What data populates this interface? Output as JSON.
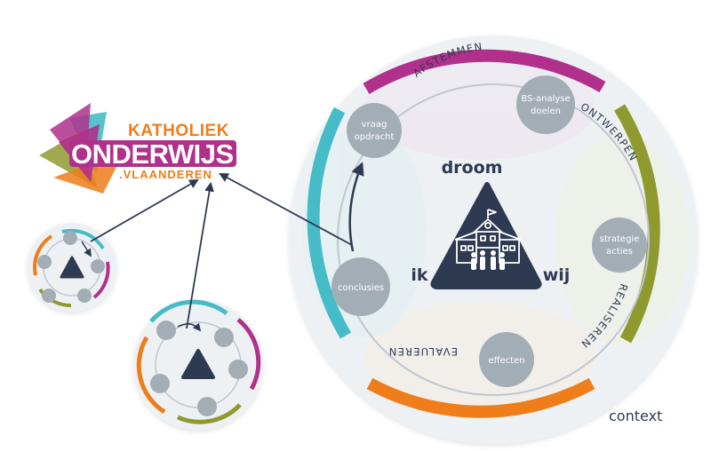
{
  "logo": {
    "line1": "KATHOLIEK",
    "line2": "ONDERWIJS",
    "line3": ".VLAANDEREN"
  },
  "cycle": {
    "phases": {
      "afstemmen": "AFSTEMMEN",
      "ontwerpen": "ONTWERPEN",
      "realiseren": "REALISEREN",
      "evalueren": "EVALUEREN"
    },
    "nodes": {
      "vraag": [
        "vraag",
        "opdracht"
      ],
      "bs_analyse": [
        "BS-analyse",
        "doelen"
      ],
      "strategie": [
        "strategie",
        "acties"
      ],
      "effecten": [
        "effecten"
      ],
      "conclusies": [
        "conclusies"
      ]
    },
    "center": {
      "droom": "droom",
      "ik": "ik",
      "wij": "wij"
    }
  },
  "context_label": "context",
  "colors": {
    "magenta": "#b0308c",
    "olive": "#8f9a2e",
    "orange": "#ef7d1a",
    "teal": "#45bcc7",
    "navy": "#2e3a52",
    "node_gray": "#a3adb6"
  }
}
